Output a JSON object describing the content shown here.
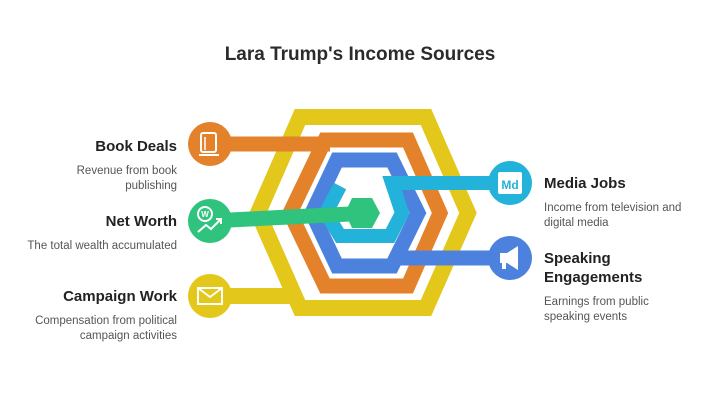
{
  "title": "Lara Trump's Income Sources",
  "colors": {
    "yellow": "#E3C71B",
    "orange": "#E4822B",
    "blue": "#4C82DE",
    "cyan": "#23B2D9",
    "green": "#2FC37D"
  },
  "items": [
    {
      "key": "book",
      "heading": "Book Deals",
      "description": "Revenue from book publishing",
      "icon": "book-icon"
    },
    {
      "key": "networth",
      "heading": "Net Worth",
      "description": "The total wealth accumulated",
      "icon": "wealth-growth-icon"
    },
    {
      "key": "campaign",
      "heading": "Campaign Work",
      "description": "Compensation from political campaign activities",
      "icon": "envelope-icon"
    },
    {
      "key": "media",
      "heading": "Media Jobs",
      "description": "Income from television and digital media",
      "icon": "medium-logo-icon",
      "icon_text": "Md"
    },
    {
      "key": "speaking",
      "heading": "Speaking Engagements",
      "description": "Earnings from public speaking events",
      "icon": "megaphone-icon"
    }
  ]
}
